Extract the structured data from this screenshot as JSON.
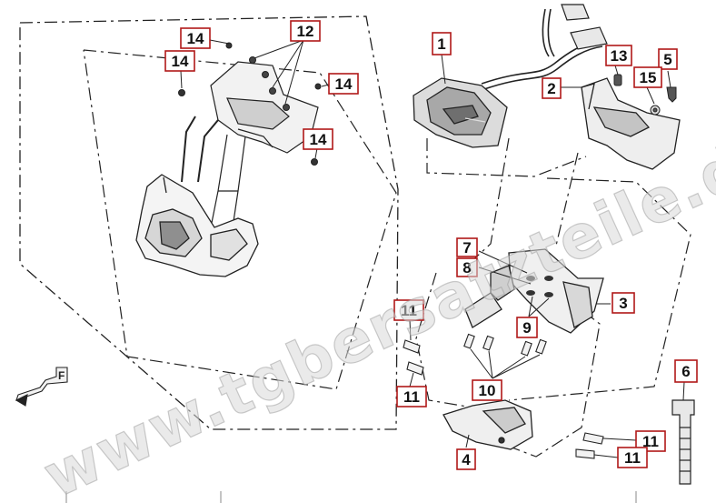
{
  "diagram": {
    "callouts": [
      "1",
      "2",
      "3",
      "4",
      "5",
      "6",
      "7",
      "8",
      "9",
      "10",
      "11",
      "12",
      "13",
      "14",
      "15"
    ],
    "callout_left": {
      "n12": "12",
      "n14": "14"
    },
    "callout_right": {
      "n1": "1",
      "n2": "2",
      "n3": "3",
      "n4": "4",
      "n5": "5",
      "n6": "6",
      "n7": "7",
      "n8": "8",
      "n9": "9",
      "n10": "10",
      "n11": "11",
      "n13": "13",
      "n15": "15"
    },
    "front_arrow_label": "F",
    "watermark": "www.tgbersatzteile.de",
    "colors": {
      "callout_border": "#b01818",
      "line": "#222222",
      "watermark": "#c8c8c8"
    }
  }
}
